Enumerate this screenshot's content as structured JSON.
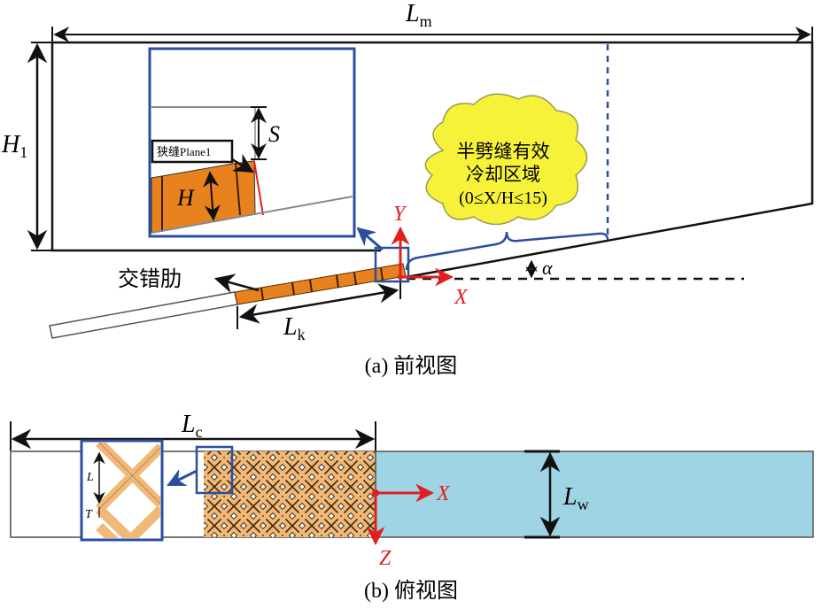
{
  "front_view": {
    "caption": "(a) 前视图",
    "dim_Lm": {
      "main": "L",
      "sub": "m"
    },
    "dim_H1": {
      "main": "H",
      "sub": "1"
    },
    "dim_Lk": {
      "main": "L",
      "sub": "k"
    },
    "dim_S": "S",
    "dim_H": "H",
    "slot_plane_label": "狭缝Plane1",
    "rib_label": "交错肋",
    "axis_x": "X",
    "axis_y": "Y",
    "angle": "α",
    "cloud": {
      "line1": "半劈缝有效",
      "line2": "冷却区域",
      "line3": "(0≤X/H≤15)"
    }
  },
  "top_view": {
    "caption": "(b) 俯视图",
    "dim_Lc": {
      "main": "L",
      "sub": "c"
    },
    "dim_Lw": {
      "main": "L",
      "sub": "w"
    },
    "dim_L": "L",
    "dim_T": "T",
    "axis_x": "X",
    "axis_z": "Z"
  },
  "colors": {
    "rib_orange": "#e8821e",
    "lattice_tan": "#f2b877",
    "coolant_blue": "#9ed4e4",
    "zoom_box_blue": "#2a4fa0",
    "axis_red": "#e02020",
    "cloud_yellow": "#f6f23a"
  }
}
